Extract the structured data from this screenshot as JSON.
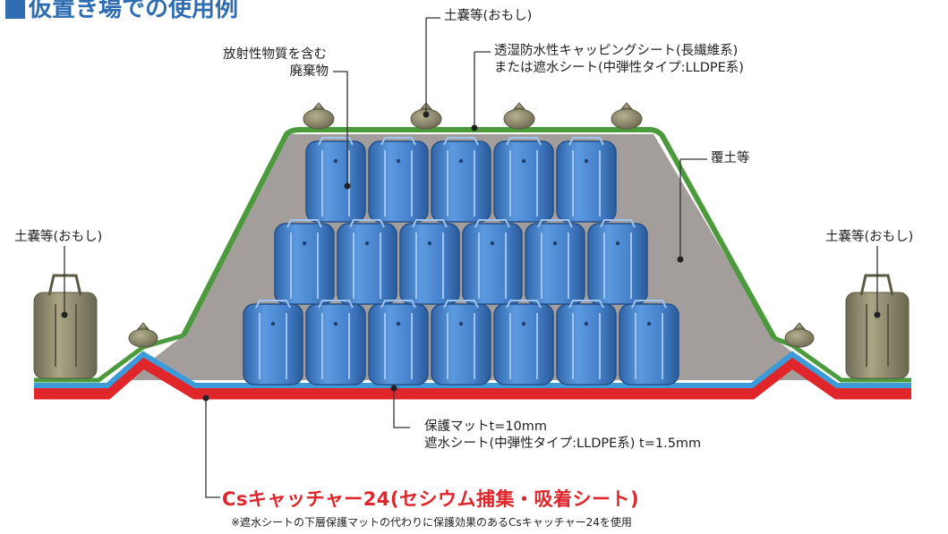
{
  "title": "仮置き場での使用例",
  "labels": {
    "sandbag_top": "土嚢等(おもし)",
    "cap_sheet_1": "透湿防水性キャッピングシート(長繊維系)",
    "cap_sheet_2": "または遮水シート(中弾性タイプ:LLDPE系)",
    "waste_1": "放射性物質を含む",
    "waste_2": "廃棄物",
    "cover_soil": "覆土等",
    "sandbag_left": "土嚢等(おもし)",
    "sandbag_right": "土嚢等(おもし)",
    "mat_1": "保護マットt=10mm",
    "mat_2": "遮水シート(中弾性タイプ:LLDPE系) t=1.5mm",
    "cs_catcher": "Csキャッチャー24(セシウム捕集・吸着シート)",
    "note": "※遮水シートの下層保護マットの代わりに保護効果のあるCsキャッチャー24を使用"
  },
  "colors": {
    "title": "#2f6db3",
    "green_sheet": "#4b9a3c",
    "blue_mat": "#3d9ad8",
    "red_sheet": "#e0262b",
    "soil": "#a39e9b",
    "bag": "#4f8ed1",
    "sandbag": "#86826a",
    "highlight": "#e0262b"
  },
  "bag_rows": [
    5,
    6,
    7
  ]
}
